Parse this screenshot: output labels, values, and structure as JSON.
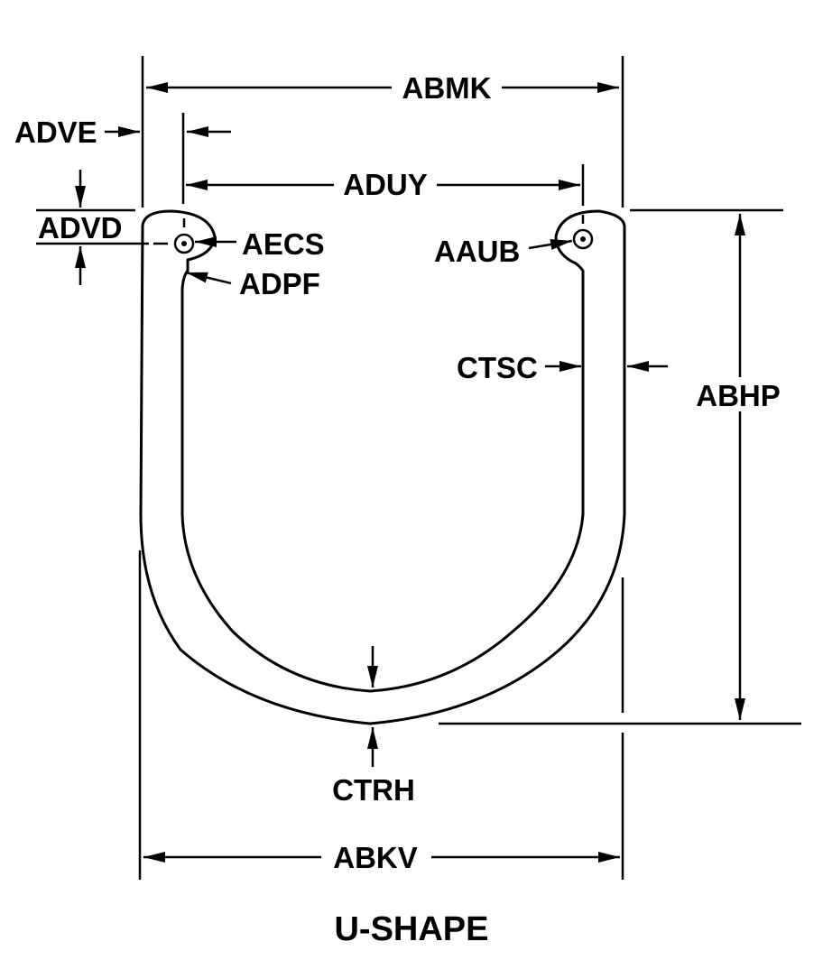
{
  "figure": {
    "title": "U-SHAPE",
    "labels": {
      "abmk": "ABMK",
      "adve": "ADVE",
      "aduy": "ADUY",
      "advd": "ADVD",
      "aecs": "AECS",
      "adpf": "ADPF",
      "aaub": "AAUB",
      "ctsc": "CTSC",
      "abhp": "ABHP",
      "ctrh": "CTRH",
      "abkv": "ABKV"
    }
  }
}
